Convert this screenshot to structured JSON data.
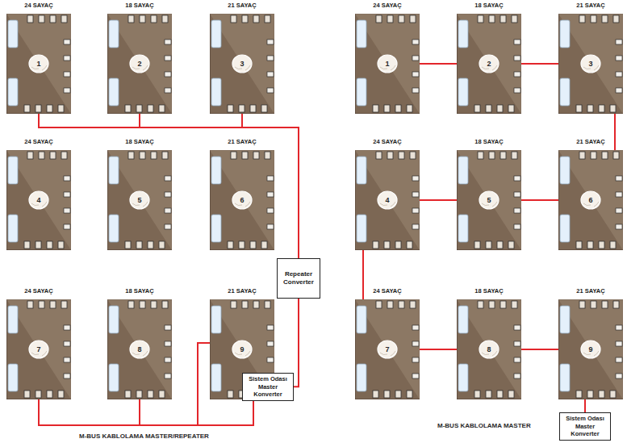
{
  "diagram": {
    "nodes": [
      {
        "text": [
          "24 SAYAÇ",
          "1"
        ]
      },
      {
        "text": [
          "18 SAYAÇ",
          "2"
        ]
      },
      {
        "text": [
          "21 SAYAÇ",
          "3"
        ]
      },
      {
        "text": [
          "24 SAYAÇ",
          "4"
        ]
      },
      {
        "text": [
          "18 SAYAÇ",
          "5"
        ]
      },
      {
        "text": [
          "21 SAYAÇ",
          "6"
        ]
      },
      {
        "text": [
          "Repeater Converter"
        ]
      },
      {
        "text": [
          "24 SAYAÇ",
          "7"
        ]
      },
      {
        "text": [
          "18 SAYAÇ",
          "8"
        ]
      },
      {
        "text": [
          "21 SAYAÇ",
          "9"
        ]
      },
      {
        "text": [
          "Sistem Odası Master Konverter"
        ]
      },
      {
        "text": [
          "24 SAYAÇ",
          "1"
        ]
      },
      {
        "text": [
          "18 SAYAÇ",
          "2"
        ]
      },
      {
        "text": [
          "21 SAYAÇ",
          "3"
        ]
      },
      {
        "text": [
          "24 SAYAÇ",
          "4"
        ]
      },
      {
        "text": [
          "18 SAYAÇ",
          "5"
        ]
      },
      {
        "text": [
          "21 SAYAÇ",
          "6"
        ]
      },
      {
        "text": [
          "24 SAYAÇ",
          "7"
        ]
      },
      {
        "text": [
          "18 SAYAÇ",
          "8"
        ]
      },
      {
        "text": [
          "21 SAYAÇ",
          "9"
        ]
      },
      {
        "text": [
          "Sistem Odası Master Konverter"
        ]
      }
    ],
    "edges": [
      {
        "from": 0,
        "to": 6,
        "arrow": "none"
      },
      {
        "from": 1,
        "to": 6,
        "arrow": "none"
      },
      {
        "from": 2,
        "to": 6,
        "arrow": "none"
      },
      {
        "from": 6,
        "to": 10,
        "arrow": "none"
      },
      {
        "from": 7,
        "to": 10,
        "arrow": "none"
      },
      {
        "from": 8,
        "to": 10,
        "arrow": "none"
      },
      {
        "from": 9,
        "to": 10,
        "arrow": "none"
      },
      {
        "from": 11,
        "to": 12,
        "arrow": "none"
      },
      {
        "from": 12,
        "to": 13,
        "arrow": "none"
      },
      {
        "from": 13,
        "to": 16,
        "arrow": "none"
      },
      {
        "from": 16,
        "to": 15,
        "arrow": "none"
      },
      {
        "from": 15,
        "to": 14,
        "arrow": "none"
      },
      {
        "from": 14,
        "to": 17,
        "arrow": "none"
      },
      {
        "from": 17,
        "to": 18,
        "arrow": "none"
      },
      {
        "from": 18,
        "to": 19,
        "arrow": "none"
      },
      {
        "from": 19,
        "to": 20,
        "arrow": "none"
      }
    ],
    "labels": [
      "M-BUS KABLOLAMA MASTER/REPEATER",
      "M-BUS KABLOLAMA MASTER"
    ]
  }
}
